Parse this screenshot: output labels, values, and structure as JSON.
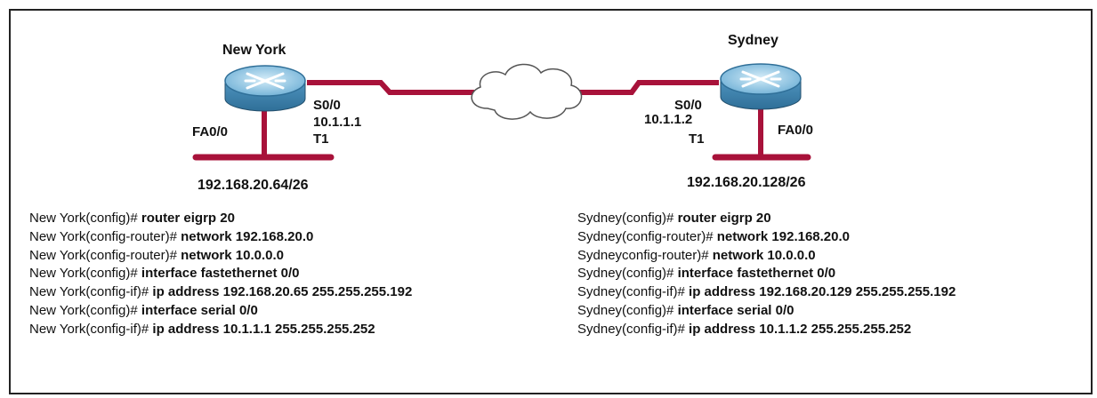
{
  "routers": {
    "ny": {
      "name": "New York",
      "fa_label": "FA0/0",
      "serial_if": "S0/0",
      "serial_ip": "10.1.1.1",
      "link_type": "T1",
      "lan": "192.168.20.64/26"
    },
    "syd": {
      "name": "Sydney",
      "fa_label": "FA0/0",
      "serial_if": "S0/0",
      "serial_ip": "10.1.1.2",
      "link_type": "T1",
      "lan": "192.168.20.128/26"
    }
  },
  "config": {
    "ny": [
      {
        "prompt": "New York(config)#",
        "cmd": " router eigrp 20"
      },
      {
        "prompt": "New York(config-router)#",
        "cmd": " network 192.168.20.0"
      },
      {
        "prompt": "New York(config-router)#",
        "cmd": " network 10.0.0.0"
      },
      {
        "prompt": "New York(config)#",
        "cmd": " interface fastethernet 0/0"
      },
      {
        "prompt": "New York(config-if)#",
        "cmd": " ip address 192.168.20.65 255.255.255.192"
      },
      {
        "prompt": "New York(config)#",
        "cmd": " interface serial 0/0"
      },
      {
        "prompt": "New York(config-if)#",
        "cmd": " ip address 10.1.1.1 255.255.255.252"
      }
    ],
    "syd": [
      {
        "prompt": "Sydney(config)#",
        "cmd": " router eigrp 20"
      },
      {
        "prompt": "Sydney(config-router)#",
        "cmd": " network 192.168.20.0"
      },
      {
        "prompt": "Sydneyconfig-router)#",
        "cmd": " network 10.0.0.0"
      },
      {
        "prompt": "Sydney(config)#",
        "cmd": " interface fastethernet 0/0"
      },
      {
        "prompt": "Sydney(config-if)#",
        "cmd": " ip address 192.168.20.129 255.255.255.192"
      },
      {
        "prompt": "Sydney(config)#",
        "cmd": " interface serial 0/0"
      },
      {
        "prompt": "Sydney(config-if)#",
        "cmd": " ip address 10.1.1.2 255.255.255.252"
      }
    ]
  },
  "colors": {
    "router_body": "#5aa0c8",
    "router_top": "#a9d3ea",
    "link": "#a8123a",
    "frame": "#222222"
  }
}
